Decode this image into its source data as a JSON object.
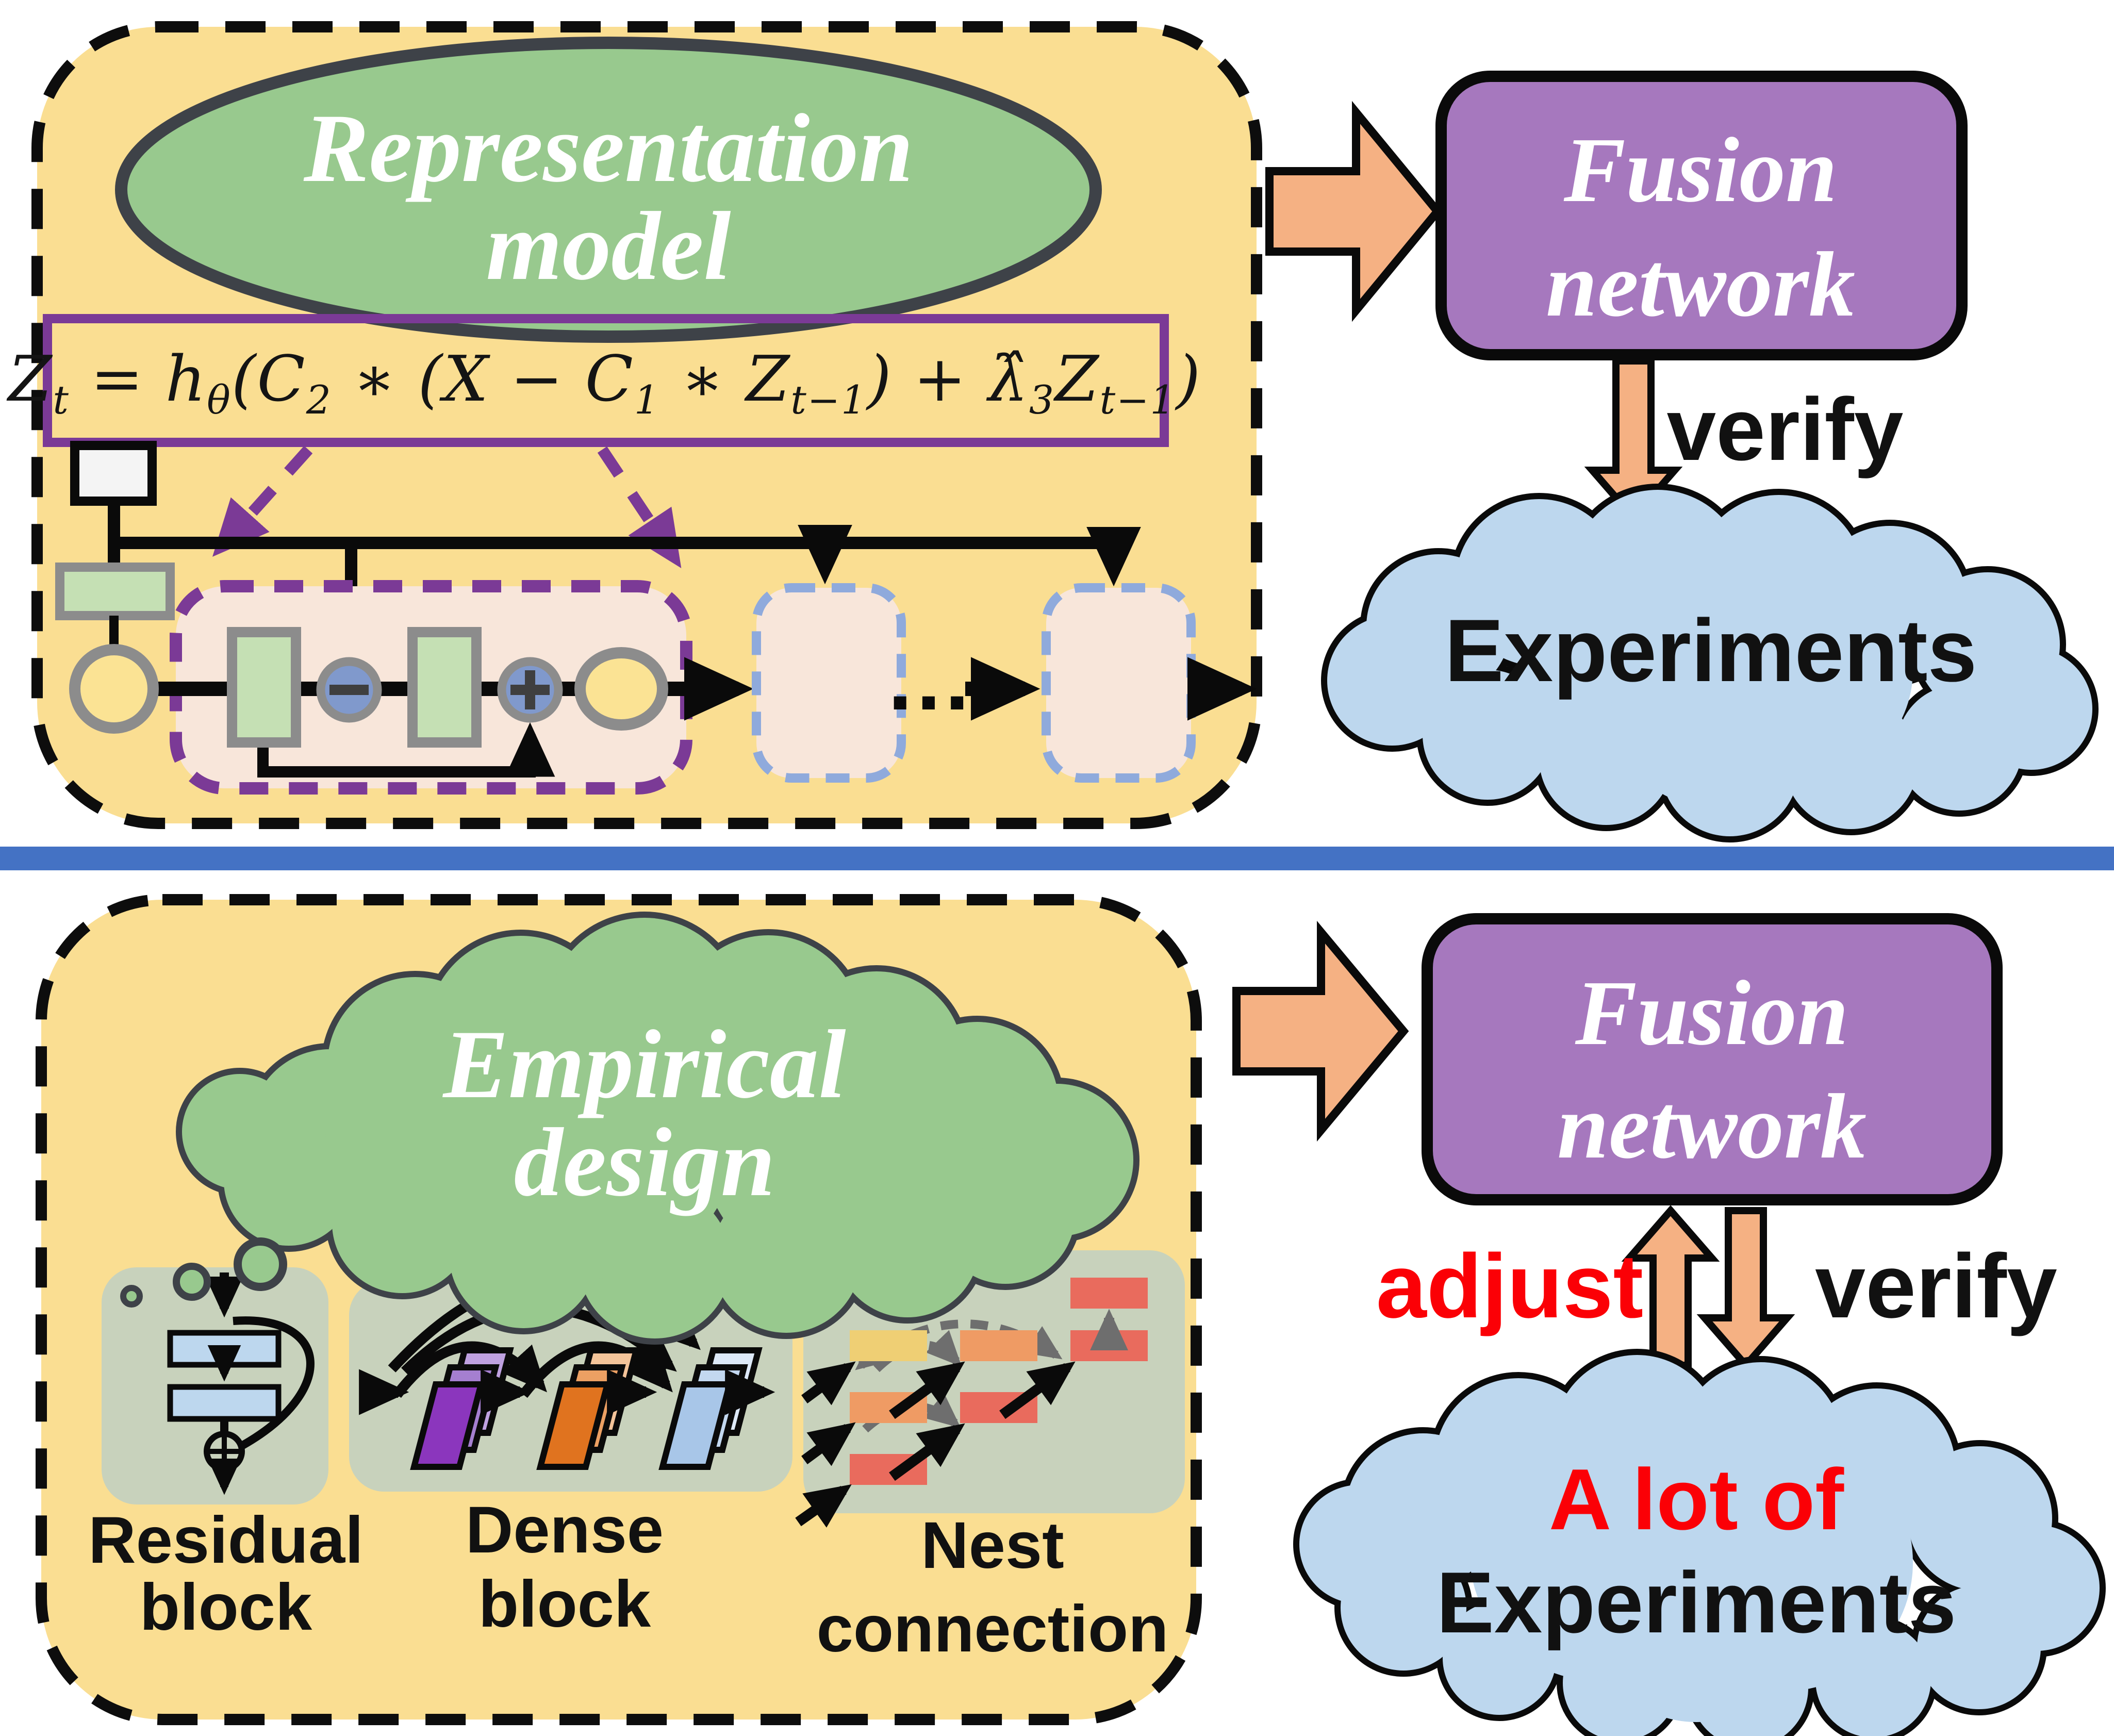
{
  "top": {
    "model_ellipse": {
      "line1": "Representation",
      "line2": "model"
    },
    "formula": {
      "parts": [
        {
          "t": "Z",
          "s": "t"
        },
        {
          "t": " = h",
          "s": "θ"
        },
        {
          "t": "(C",
          "s": "2"
        },
        {
          "t": " ∗ (X − C",
          "s": "1"
        },
        {
          "t": " ∗ Z",
          "s": "t−1"
        },
        {
          "t": ") + λ̂",
          "s": "3"
        },
        {
          "t": "Z",
          "s": "t−1"
        },
        {
          "t": ")",
          "s": ""
        }
      ]
    },
    "ellipsis": "...",
    "fusion_box": {
      "line1": "Fusion",
      "line2": "network"
    },
    "verify_label": "verify",
    "experiments_cloud": {
      "line1": "Experiments"
    }
  },
  "bottom": {
    "design_cloud": {
      "line1": "Empirical",
      "line2": "design"
    },
    "residual_block": {
      "line1": "Residual",
      "line2": "block"
    },
    "dense_block": {
      "line1": "Dense",
      "line2": "block"
    },
    "nest_connection": {
      "line1": "Nest",
      "line2": "connection"
    },
    "fusion_box": {
      "line1": "Fusion",
      "line2": "network"
    },
    "adjust_label": "adjust",
    "verify_label": "verify",
    "experiments_cloud": {
      "line1": "A lot of",
      "line2": "Experiments"
    }
  },
  "colors": {
    "panel_yellow": "#FADE92",
    "green_shape": "#98C98E",
    "shape_outline_gray": "#3E4248",
    "purple_fusion_fill": "#A678BE",
    "purple_accent": "#7030A0",
    "orange_arrow": "#F5B183",
    "blue_cloud": "#BDD7EE",
    "blue_dashed": "#8FAADC",
    "cell_pink": "#F8E6DA",
    "node_blue": "#8099CC",
    "inner_box_green": "#C8D2BC",
    "residual_rect_blue": "#BDD7EE",
    "nest_yellow": "#EFCF74",
    "nest_orange": "#EF9B64",
    "nest_red": "#E96B5D",
    "divider_blue": "#4472C4",
    "adjust_red": "#FB0006"
  }
}
